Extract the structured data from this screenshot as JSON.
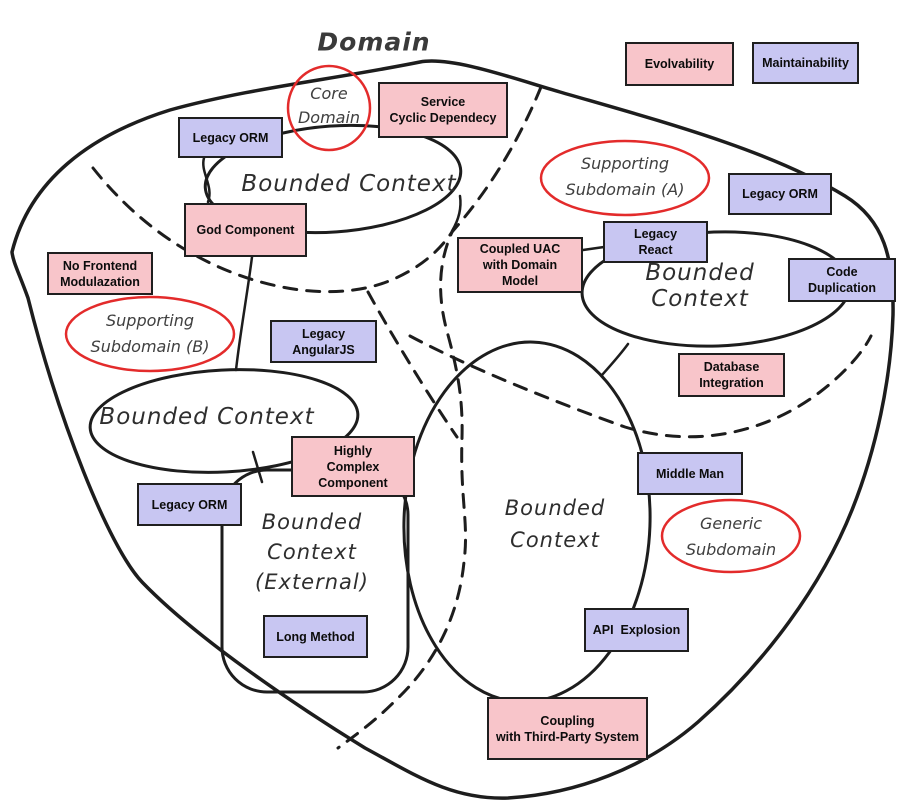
{
  "diagram_title": "Domain",
  "colors": {
    "smell_pink": "#f8c5ca",
    "tech_purple": "#c8c6f2",
    "subdomain_red": "#e32b2b",
    "line_stroke": "#1d1d1d"
  },
  "subdomains": [
    {
      "name": "core-domain",
      "label": "Core\nDomain"
    },
    {
      "name": "supporting-subdomain-a",
      "label": "Supporting\nSubdomain (A)"
    },
    {
      "name": "supporting-subdomain-b",
      "label": "Supporting\nSubdomain (B)"
    },
    {
      "name": "generic-subdomain",
      "label": "Generic\nSubdomain"
    }
  ],
  "bounded_contexts": [
    {
      "name": "bounded-context-top",
      "label": "Bounded Context"
    },
    {
      "name": "bounded-context-right",
      "label": "Bounded Context"
    },
    {
      "name": "bounded-context-left",
      "label": "Bounded Context"
    },
    {
      "name": "bounded-context-external",
      "label": "Bounded\nContext\n(External)"
    },
    {
      "name": "bounded-context-center",
      "label": "Bounded\nContext"
    }
  ],
  "boxes": [
    {
      "label": "Legacy ORM",
      "type": "purple"
    },
    {
      "label": "Service\nCyclic Dependecy",
      "type": "pink"
    },
    {
      "label": "Evolvability",
      "type": "pink"
    },
    {
      "label": "Maintainability",
      "type": "purple"
    },
    {
      "label": "God Component",
      "type": "pink"
    },
    {
      "label": "No Frontend\nModulazation",
      "type": "pink"
    },
    {
      "label": "Coupled UAC\nwith Domain\nModel",
      "type": "pink"
    },
    {
      "label": "Legacy\nReact",
      "type": "purple"
    },
    {
      "label": "Legacy ORM",
      "type": "purple"
    },
    {
      "label": "Code\nDuplication",
      "type": "purple"
    },
    {
      "label": "Database\nIntegration",
      "type": "pink"
    },
    {
      "label": "Legacy\nAngularJS",
      "type": "purple"
    },
    {
      "label": "Highly\nComplex\nComponent",
      "type": "pink"
    },
    {
      "label": "Legacy ORM",
      "type": "purple"
    },
    {
      "label": "Long Method",
      "type": "purple"
    },
    {
      "label": "Middle Man",
      "type": "purple"
    },
    {
      "label": "API  Explosion",
      "type": "purple"
    },
    {
      "label": "Coupling\nwith Third-Party System",
      "type": "pink"
    }
  ]
}
